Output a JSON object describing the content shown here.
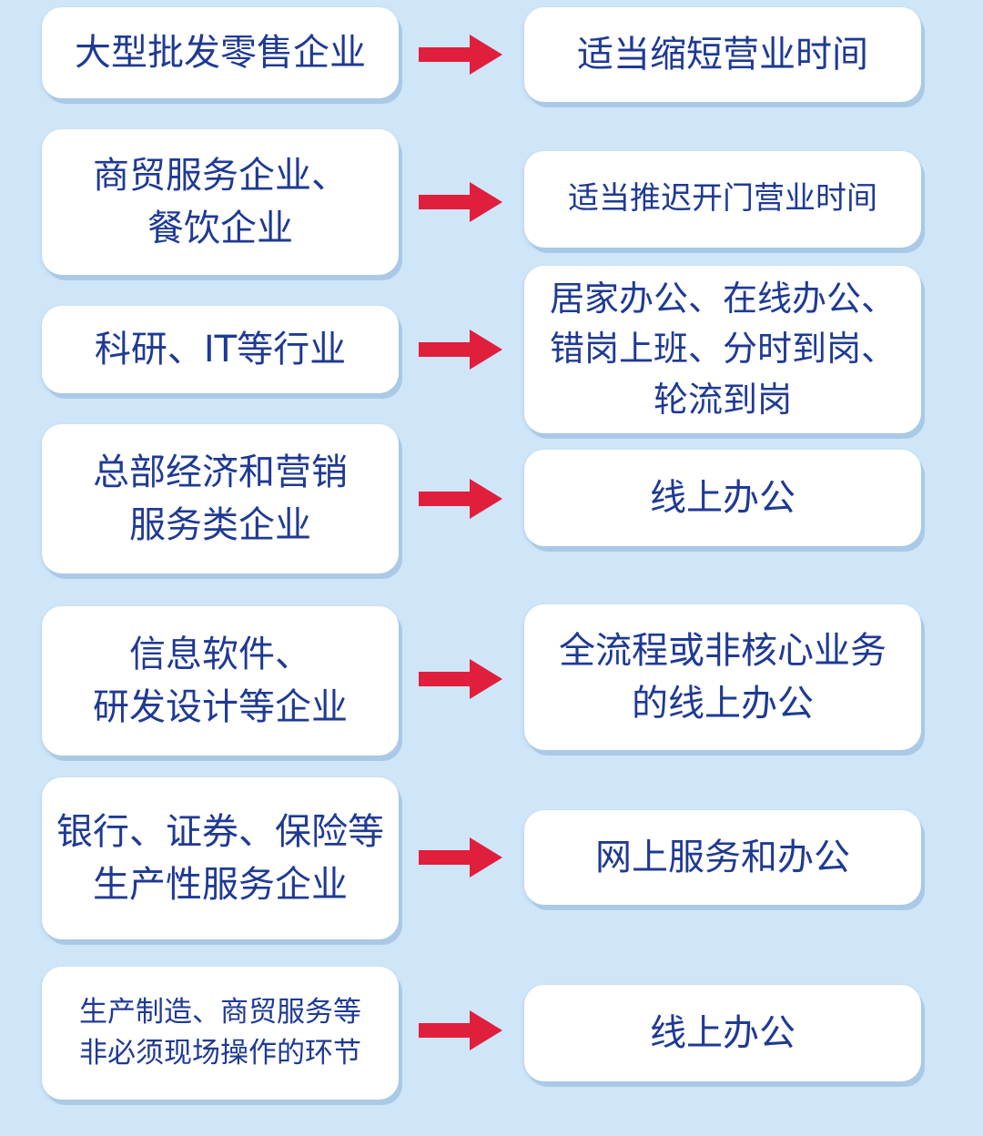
{
  "rows": [
    {
      "left": [
        "大型批发零售企业"
      ],
      "right": [
        "适当缩短营业时间"
      ]
    },
    {
      "left": [
        "商贸服务企业、",
        "餐饮企业"
      ],
      "right": [
        "适当推迟开门营业时间"
      ]
    },
    {
      "left": [
        "科研、IT等行业"
      ],
      "right": [
        "居家办公、在线办公、",
        "错岗上班、分时到岗、",
        "轮流到岗"
      ]
    },
    {
      "left": [
        "总部经济和营销",
        "服务类企业"
      ],
      "right": [
        "线上办公"
      ]
    },
    {
      "left": [
        "信息软件、",
        "研发设计等企业"
      ],
      "right": [
        "全流程或非核心业务",
        "的线上办公"
      ]
    },
    {
      "left": [
        "银行、证券、保险等",
        "生产性服务企业"
      ],
      "right": [
        "网上服务和办公"
      ]
    },
    {
      "left": [
        "生产制造、商贸服务等",
        "非必须现场操作的环节"
      ],
      "right": [
        "线上办公"
      ]
    }
  ],
  "colors": {
    "card_text": "#1f3a93",
    "arrow": "#e01f3d",
    "background": "#cfe6f8"
  }
}
